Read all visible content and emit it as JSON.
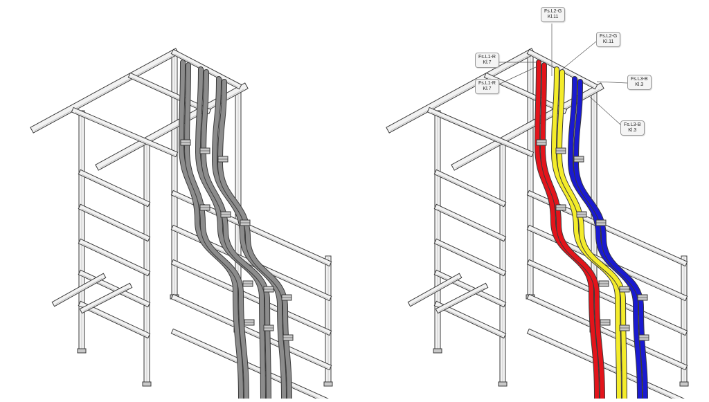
{
  "background": "#ffffff",
  "colors": {
    "steel_light": "#f2f2f2",
    "steel_mid": "#c9c9c9",
    "steel_dark": "#7d7d7d",
    "outline": "#3a3a3a",
    "cable_gray": "#8c8c8c",
    "phase_L1": "#e3141b",
    "phase_L2": "#f4ec2b",
    "phase_L3": "#1a1ad0",
    "callout_fill": "#f4f4f4",
    "callout_border": "#9a9a9a"
  },
  "views": [
    {
      "id": "left",
      "description_shown": false,
      "cables": "gray"
    },
    {
      "id": "right",
      "cables": "colored"
    }
  ],
  "callouts": [
    {
      "id": "l2g-top",
      "line1": "Fs.L2-G",
      "line2": "Kl.11"
    },
    {
      "id": "l2g-mid",
      "line1": "Fs.L2-G",
      "line2": "Kl.11"
    },
    {
      "id": "l1r-a",
      "line1": "Fs.L1-R",
      "line2": "Kl.7"
    },
    {
      "id": "l1r-b",
      "line1": "Fs.L1-R",
      "line2": "Kl.7"
    },
    {
      "id": "l3b-a",
      "line1": "Fs.L3-B",
      "line2": "Kl.3"
    },
    {
      "id": "l3b-b",
      "line1": "Fs.L3-B",
      "line2": "Kl.3"
    }
  ]
}
